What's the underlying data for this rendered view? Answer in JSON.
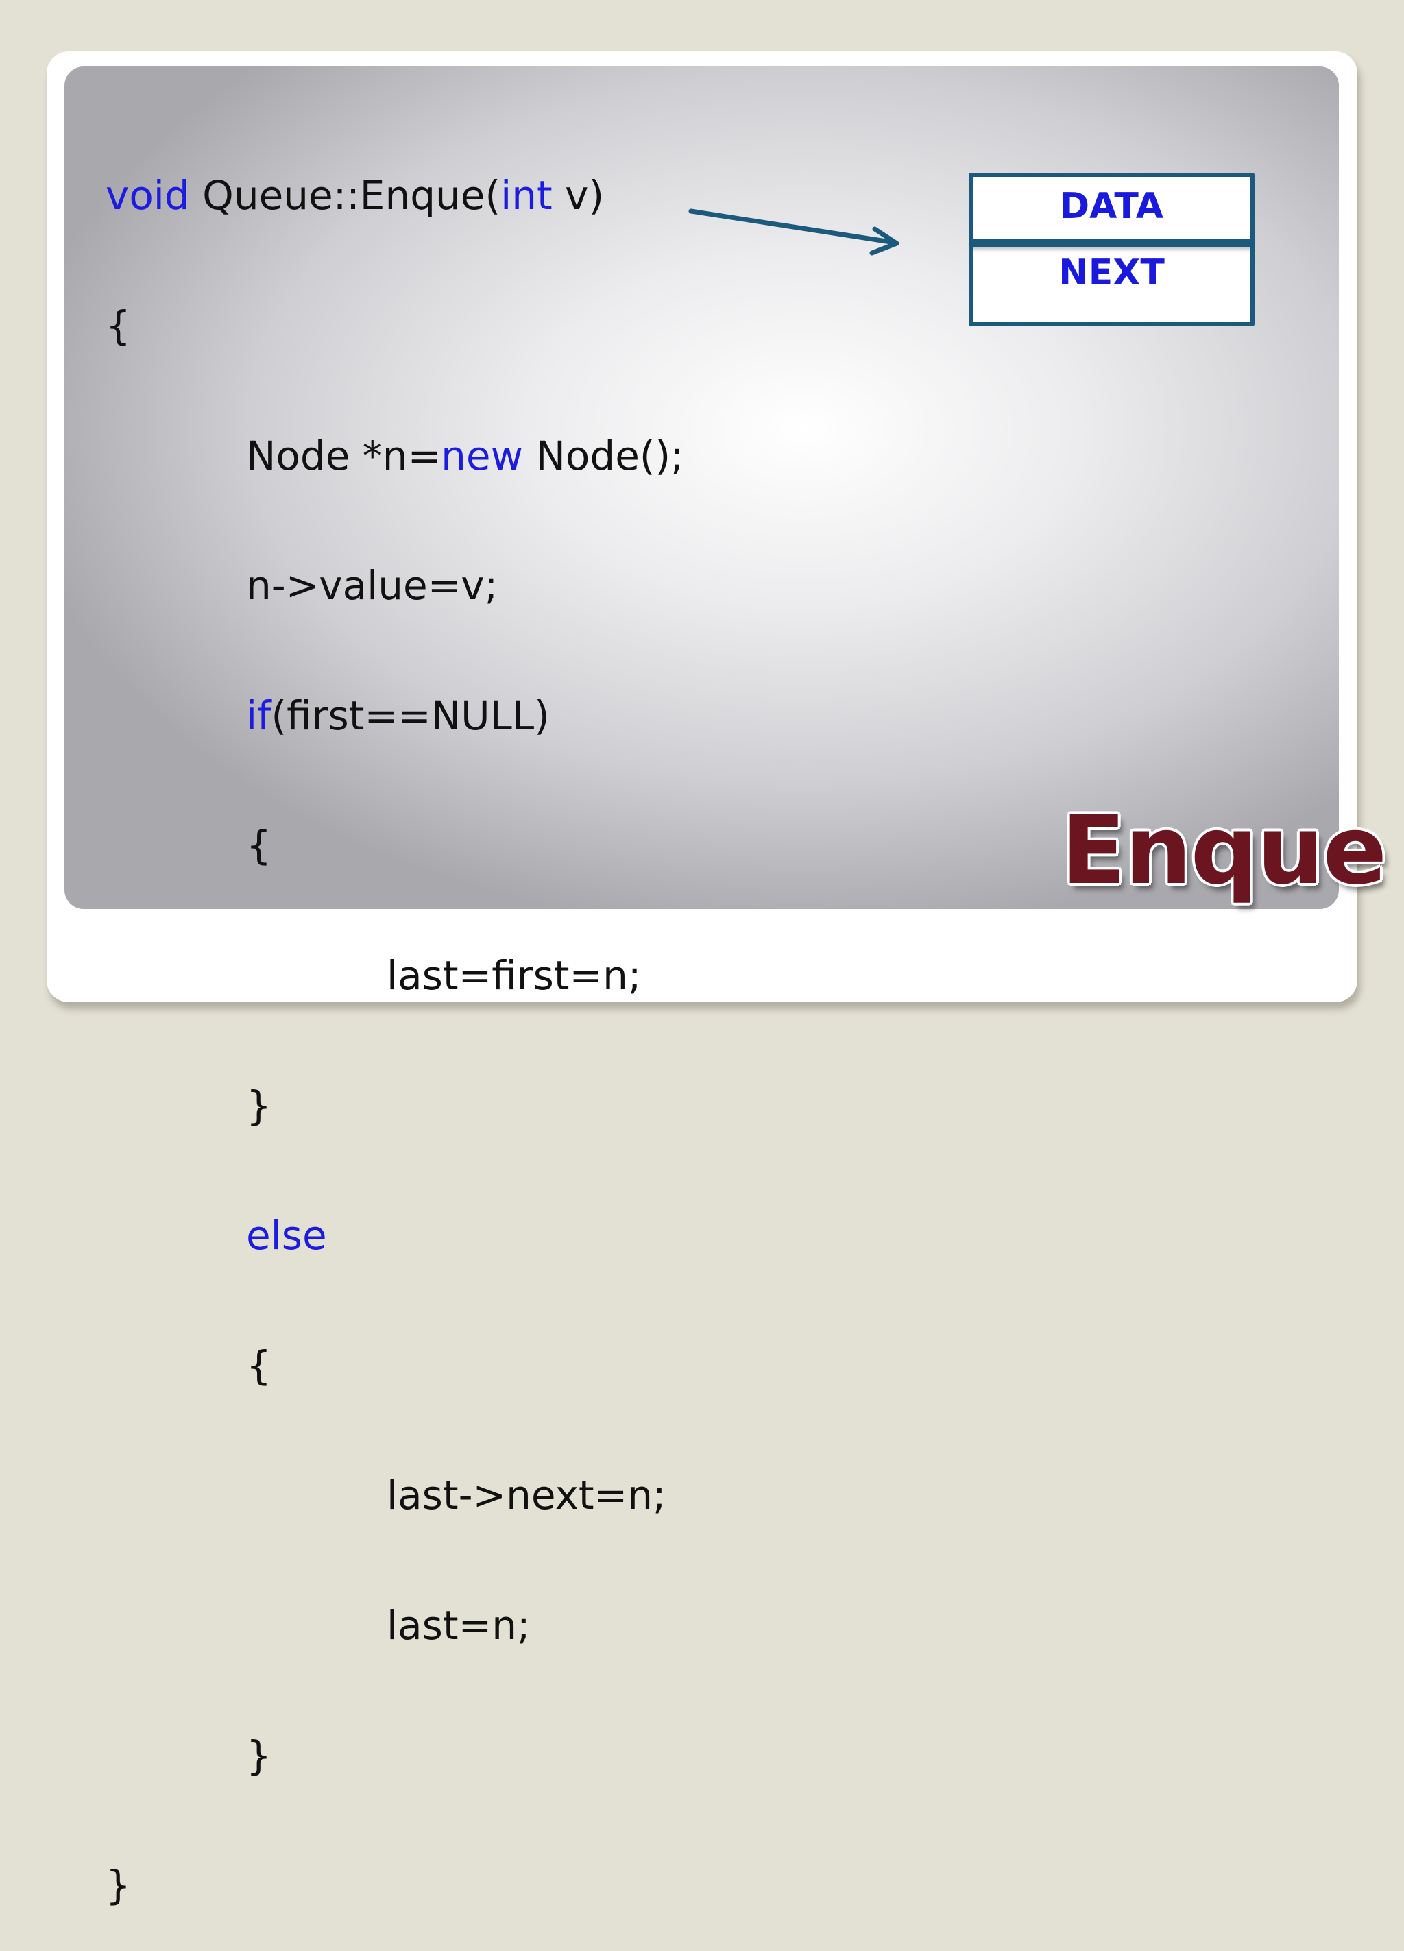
{
  "colors": {
    "keyword": "#1c1ce0",
    "text": "#111111",
    "arrow": "#1b5a7c",
    "node_label": "#1a1adc",
    "title": "#6b1520",
    "background": "#e3e0d4"
  },
  "code": {
    "l1": {
      "a": "void",
      "b": " Queue::Enque(",
      "c": "int",
      "d": " v)"
    },
    "l2": "{",
    "l3": {
      "a": "Node *n=",
      "b": "new",
      "c": " Node();"
    },
    "l4": "n->value=v;",
    "l5": {
      "a": "if",
      "b": "(first==NULL)"
    },
    "l6": "{",
    "l7": "last=first=n;",
    "l8": "}",
    "l9": "else",
    "l10": "{",
    "l11": "last->next=n;",
    "l12": "last=n;",
    "l13": "}",
    "l14": "}"
  },
  "node": {
    "data_label": "DATA",
    "next_label": "NEXT"
  },
  "title": "Enque"
}
